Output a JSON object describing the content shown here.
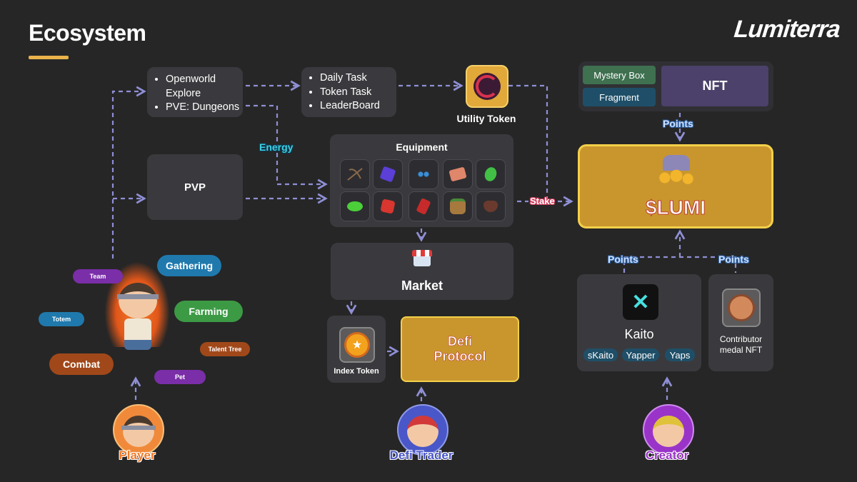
{
  "header": {
    "title": "Ecosystem",
    "logo_text": "Lumiterra"
  },
  "activities": {
    "explore_items": [
      "Openworld Explore",
      "PVE: Dungeons"
    ],
    "pvp": "PVP"
  },
  "tasks": {
    "items": [
      "Daily Task",
      "Token Task",
      "LeaderBoard"
    ]
  },
  "utility_token": {
    "label": "Utility Token"
  },
  "equipment": {
    "title": "Equipment"
  },
  "market": {
    "label": "Market"
  },
  "index_token": {
    "label": "Index Token"
  },
  "defi_protocol": {
    "label_line1": "Defi",
    "label_line2": "Protocol"
  },
  "nft_panel": {
    "mystery_box": "Mystery Box",
    "fragment": "Fragment",
    "nft": "NFT"
  },
  "lumi": {
    "label": "$LUMI"
  },
  "kaito": {
    "label": "Kaito",
    "tags": [
      "sKaito",
      "Yapper",
      "Yaps"
    ]
  },
  "contributor": {
    "line1": "Contributor",
    "line2": "medal NFT"
  },
  "flow_labels": {
    "energy": "Energy",
    "stake": "Stake",
    "points_nft": "Points",
    "points_kaito": "Points",
    "points_medal": "Points"
  },
  "player_skills": {
    "team": "Team",
    "gathering": "Gathering",
    "totem": "Totem",
    "farming": "Farming",
    "talent_tree": "Talent Tree",
    "combat": "Combat",
    "pet": "Pet"
  },
  "roles": {
    "player": "Player",
    "defi_trader": "Defi Trader",
    "creator": "Creator"
  },
  "colors": {
    "accent_gold": "#e9b24a",
    "lumi_gold": "#c9962e",
    "lumi_border": "#f3d04a",
    "flow_line": "#8f8fd6",
    "kaito_tag": "#1f4f68",
    "nft_purple": "#4c416a"
  }
}
